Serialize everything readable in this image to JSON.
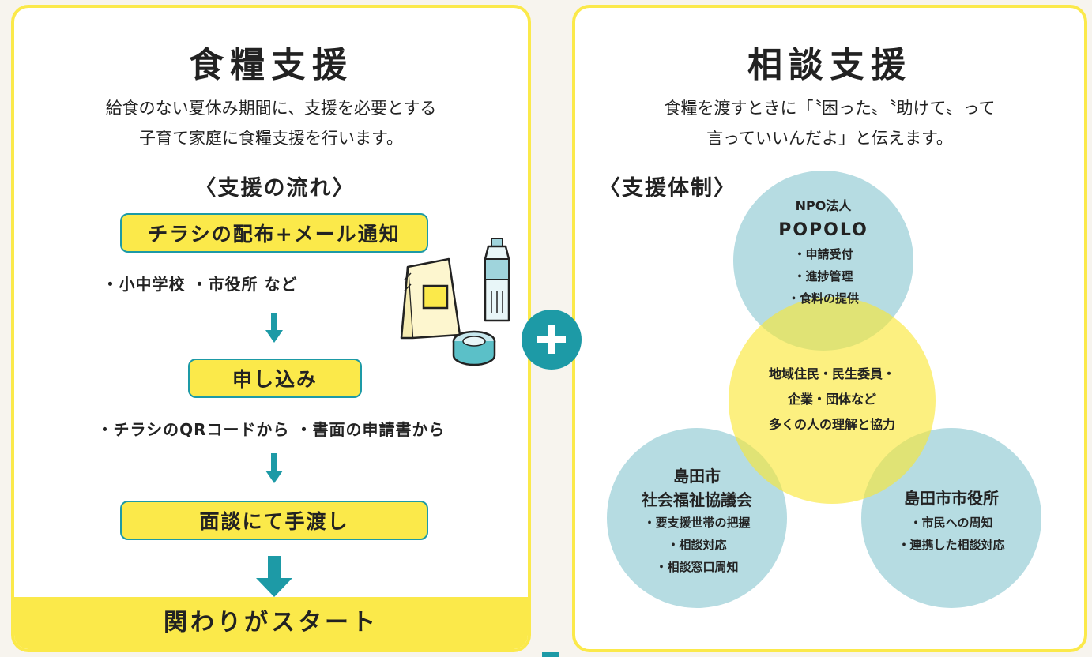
{
  "left": {
    "title": "食糧支援",
    "subtitle": [
      "給食のない夏休み期間に、支援を必要とする",
      "子育て家庭に食糧支援を行います。"
    ],
    "flow_heading": "〈支援の流れ〉",
    "steps": [
      {
        "label": "チラシの配布+メール通知",
        "note": "・小中学校 ・市役所 など"
      },
      {
        "label": "申し込み",
        "note": "・チラシのQRコードから ・書面の申請書から"
      },
      {
        "label": "面談にて手渡し"
      }
    ],
    "footer": "関わりがスタート"
  },
  "right": {
    "title": "相談支援",
    "subtitle": [
      "食糧を渡すときに「〝困った〟〝助けて〟って",
      "言っていいんだよ」と伝えます。"
    ],
    "system_heading": "〈支援体制〉",
    "circles": {
      "popolo": {
        "title_small": "NPO法人",
        "title": "POPOLO",
        "items": [
          "・申請受付",
          "・進捗管理",
          "・食料の提供"
        ]
      },
      "community": {
        "lines": [
          "地域住民・民生委員・",
          "企業・団体など",
          "多くの人の理解と協力"
        ]
      },
      "council": {
        "title_lines": [
          "島田市",
          "社会福祉協議会"
        ],
        "items": [
          "・要支援世帯の把握",
          "・相談対応",
          "・相談窓口周知"
        ]
      },
      "city_hall": {
        "title": "島田市市役所",
        "items": [
          "・市民への周知",
          "・連携した相談対応"
        ]
      }
    }
  },
  "colors": {
    "accent_yellow": "#fbe94a",
    "teal": "#1d9aa6",
    "light_blue": "#aed8df"
  },
  "icons": {
    "plus": "plus-icon",
    "arrow": "arrow-down-icon",
    "food": "food-supplies-icon"
  }
}
